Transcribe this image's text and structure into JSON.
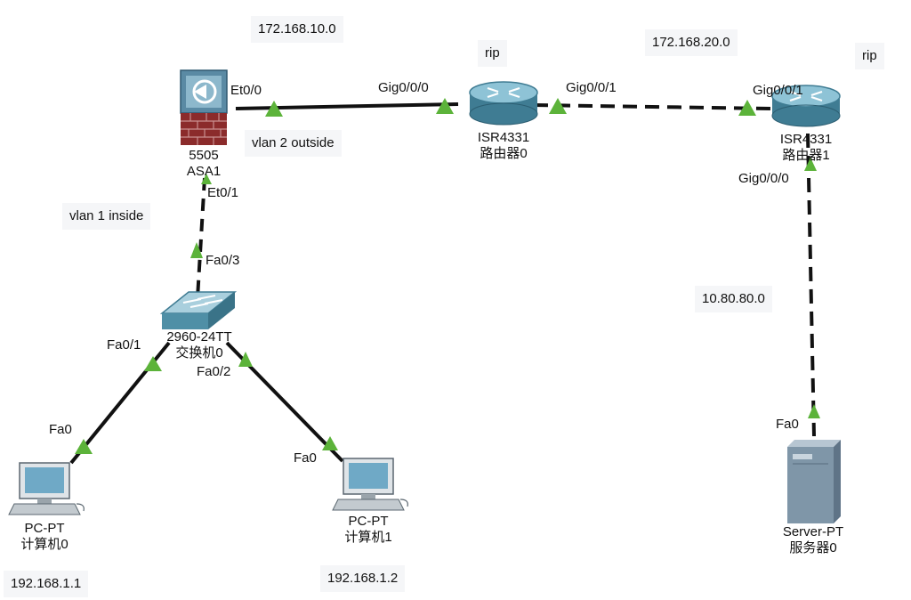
{
  "notes": {
    "net_outside": "172.168.10.0",
    "net_wan": "172.168.20.0",
    "rip_left": "rip",
    "rip_right": "rip",
    "vlan2": "vlan 2 outside",
    "vlan1": "vlan 1 inside",
    "net_server": "10.80.80.0",
    "pc0_ip": "192.168.1.1",
    "pc1_ip": "192.168.1.2"
  },
  "devices": {
    "asa": {
      "model": "5505",
      "name": "ASA1"
    },
    "router0": {
      "model": "ISR4331",
      "name": "路由器0"
    },
    "router1": {
      "model": "ISR4331",
      "name": "路由器1"
    },
    "switch0": {
      "model": "2960-24TT",
      "name": "交换机0"
    },
    "pc0": {
      "model": "PC-PT",
      "name": "计算机0"
    },
    "pc1": {
      "model": "PC-PT",
      "name": "计算机1"
    },
    "server0": {
      "model": "Server-PT",
      "name": "服务器0"
    }
  },
  "ports": {
    "asa_et00": "Et0/0",
    "asa_et01": "Et0/1",
    "r0_gig000": "Gig0/0/0",
    "r0_gig001": "Gig0/0/1",
    "r1_gig001": "Gig0/0/1",
    "r1_gig000": "Gig0/0/0",
    "sw_fa03": "Fa0/3",
    "sw_fa01": "Fa0/1",
    "sw_fa02": "Fa0/2",
    "pc0_fa0": "Fa0",
    "pc1_fa0": "Fa0",
    "srv_fa0": "Fa0"
  },
  "colors": {
    "link": "#111111",
    "link_up_marker": "#5cb33a",
    "router_body": "#4f8fa6",
    "switch_body": "#6d9fb3",
    "firewall_brick": "#8b2b2b",
    "pc_screen": "#6fa9c6",
    "server_body": "#7f96a8",
    "note_bg": "#f5f6f8"
  }
}
